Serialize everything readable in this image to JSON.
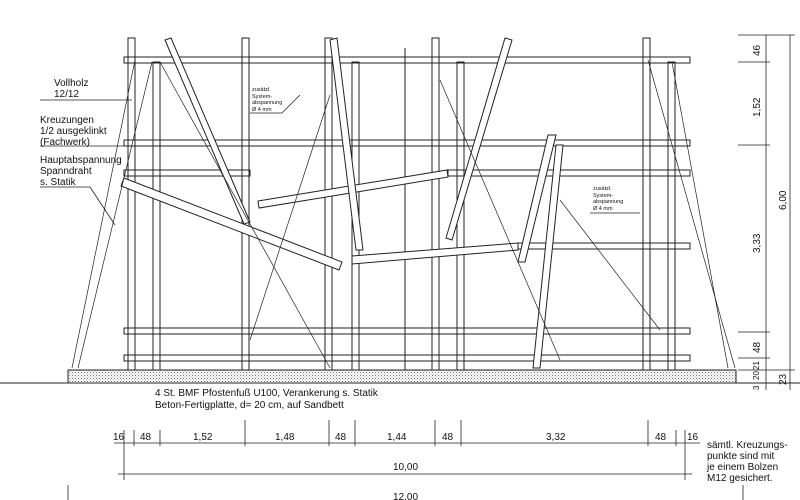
{
  "labels": {
    "vollholz": "Vollholz\n12/12",
    "kreuzungen": "Kreuzungen\n1/2 ausgeklinkt\n(Fachwerk)",
    "hauptabspannung": "Hauptabspannung\nSpanndraht\ns. Statik",
    "zusaetzl_1": "zusätzl.\nSystem-\nabspannung\nØ 4 mm",
    "zusaetzl_2": "zusätzl.\nSystem-\nabspannung\nØ 4 mm",
    "pfostenfuss": "4 St. BMF Pfostenfuß U100, Verankerung s. Statik",
    "fertigplatte": "Beton-Fertigplatte, d= 20 cm, auf Sandbett",
    "note": "sämtl. Kreuzungs-\npunkte sind mit\nje einem Bolzen\nM12 gesichert."
  },
  "dims_horizontal": [
    "16",
    "48",
    "1,52",
    "1,48",
    "48",
    "1,44",
    "48",
    "3,32",
    "48",
    "16"
  ],
  "dim_total_inner": "10,00",
  "dim_total_outer": "12,00",
  "dims_vertical": [
    "46",
    "1,52",
    "3,33",
    "48",
    "21",
    "20",
    "3"
  ],
  "dim_vertical_total": "6,00",
  "dim_vertical_base": "23"
}
